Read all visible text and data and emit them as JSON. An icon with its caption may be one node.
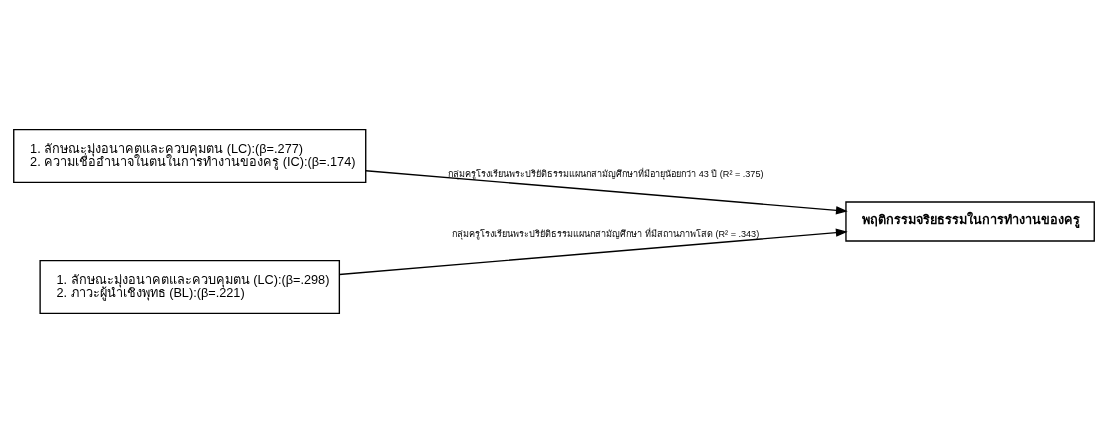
{
  "diagram": {
    "nodes": [
      {
        "text": [
          "1. ลักษณะมุ่งอนาคตและควบคุมตน (LC):(β=.277)",
          "2. ความเชื่ออำนาจในตนในการทำงานของครู (IC):(β=.174)"
        ]
      },
      {
        "text": [
          "1. ลักษณะมุ่งอนาคตและควบคุมตน (LC):(β=.298)",
          "2. ภาวะผู้นำเชิงพุทธ (BL):(β=.221)"
        ]
      },
      {
        "text": [
          "พฤติกรรมจริยธรรมในการทำงานของครู"
        ]
      }
    ],
    "edges": [
      {
        "from": 0,
        "to": 2,
        "arrow": "to",
        "label": "กลุ่มครูโรงเรียนพระปริยัติธรรมแผนกสามัญศึกษาที่มีอายุน้อยกว่า 43 ปี (R² = .375)"
      },
      {
        "from": 1,
        "to": 2,
        "arrow": "to",
        "label": "กลุ่มครูโรงเรียนพระปริยัติธรรมแผนกสามัญศึกษา ที่มีสถานภาพโสด (R² = .343)"
      }
    ]
  }
}
